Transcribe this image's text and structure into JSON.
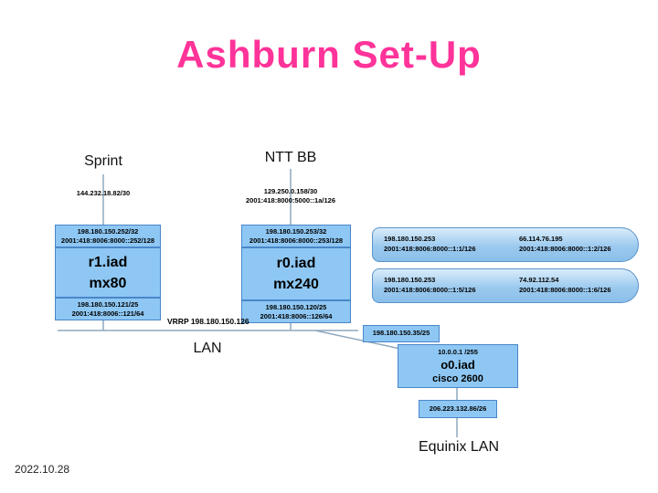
{
  "title": "Ashburn Set-Up",
  "date": "2022.10.28",
  "colors": {
    "title_pink": "#ff3399",
    "box_fill": "#8ec7f3",
    "box_border": "#4a86c8"
  },
  "uplinks": {
    "sprint": {
      "label": "Sprint",
      "ipv4": "144.232.18.82/30"
    },
    "ntt": {
      "label": "NTT BB",
      "ipv4": "129.250.0.158/30",
      "ipv6": "2001:418:8000:5000::1a/126"
    }
  },
  "routers": {
    "r1": {
      "loopback_v4": "198.180.150.252/32",
      "loopback_v6": "2001:418:8006:8000::252/128",
      "name": "r1.iad",
      "model": "mx80",
      "lan_v4": "198.180.150.121/25",
      "lan_v6": "2001:418:8006::121/64"
    },
    "r0": {
      "loopback_v4": "198.180.150.253/32",
      "loopback_v6": "2001:418:8006:8000::253/128",
      "name": "r0.iad",
      "model": "mx240",
      "lan_v4": "198.180.150.120/25",
      "lan_v6": "2001:418:8006::126/64"
    }
  },
  "lan": {
    "vrrp_label": "VRRP 198.180.150.126",
    "label": "LAN"
  },
  "tunnels": [
    {
      "near_v4": "198.180.150.253",
      "near_v6": "2001:418:8006:8000::1:1/126",
      "far_v4": "66.114.76.195",
      "far_v6": "2001:418:8006:8000::1:2/126"
    },
    {
      "near_v4": "198.180.150.253",
      "near_v6": "2001:418:8006:8000::1:5/126",
      "far_v4": "74.92.112.54",
      "far_v6": "2001:418:8006:8000::1:6/126"
    }
  ],
  "console_router": {
    "uplink_v4": "198.180.150.35/25",
    "inside_v4": "10.0.0.1 /255",
    "name": "o0.iad",
    "model": "cisco 2600",
    "equinix_v4": "206.223.132.86/26",
    "equinix_label": "Equinix LAN"
  }
}
